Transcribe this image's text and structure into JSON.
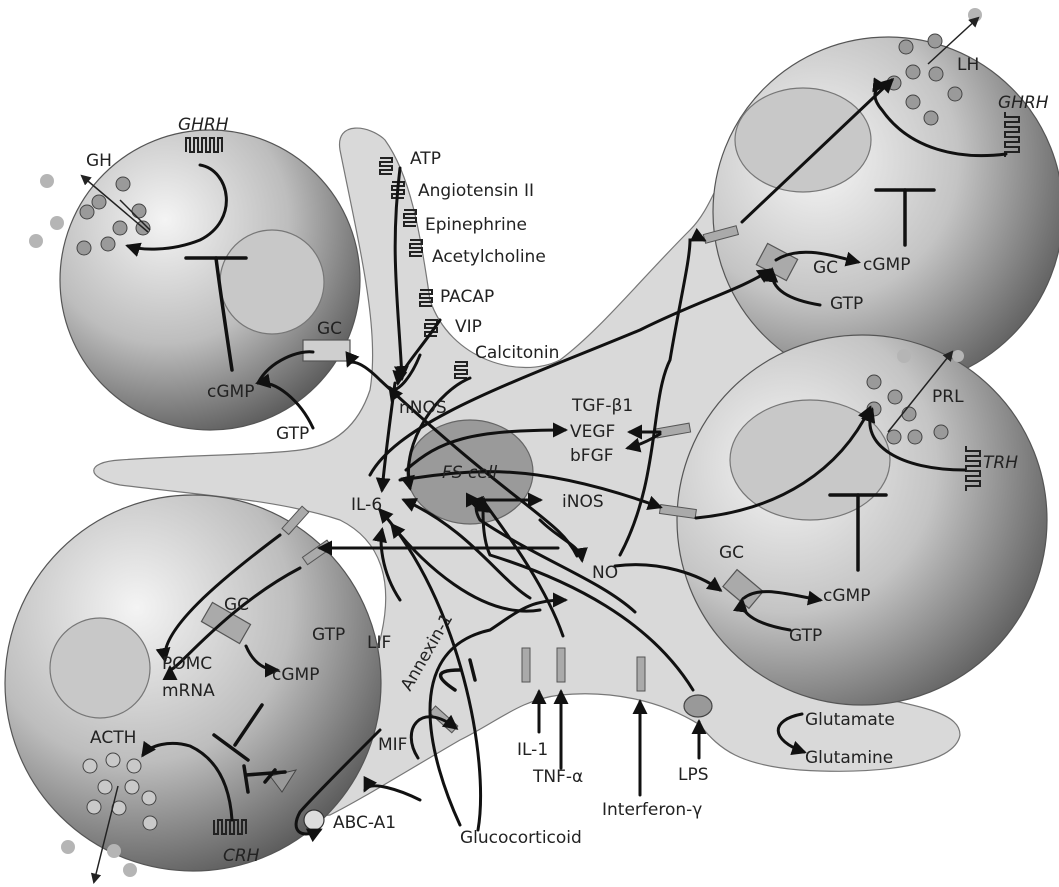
{
  "labels": {
    "atp": "ATP",
    "angiotensin": "Angiotensin II",
    "epinephrine": "Epinephrine",
    "acetylcholine": "Acetylcholine",
    "pacap": "PACAP",
    "vip": "VIP",
    "calcitonin": "Calcitonin",
    "nnos": "nNOS",
    "gh": "GH",
    "ghrh_left": "GHRH",
    "gc_gh": "GC",
    "cgmp_gh": "cGMP",
    "gtp_gh": "GTP",
    "lh": "LH",
    "ghrh_right": "GHRH",
    "gc_lh": "GC",
    "cgmp_lh": "cGMP",
    "gtp_lh": "GTP",
    "tgfb1": "TGF-β1",
    "vegf": "VEGF",
    "bfgf": "bFGF",
    "fs_cell": "FS cell",
    "il6": "IL-6",
    "inos": "iNOS",
    "no": "NO",
    "prl": "PRL",
    "trh": "TRH",
    "gc_prl": "GC",
    "cgmp_prl": "cGMP",
    "gtp_prl": "GTP",
    "gc_acth": "GC",
    "gtp_acth": "GTP",
    "cgmp_acth": "cGMP",
    "pomc": "POMC",
    "mrna": "mRNA",
    "acth": "ACTH",
    "crh": "CRH",
    "lif": "LIF",
    "annexin": "Annexin-1",
    "mif": "MIF",
    "abca1": "ABC-A1",
    "glucocorticoid": "Glucocorticoid",
    "il1": "IL-1",
    "tnfa": "TNF-α",
    "interferon": "Interferon-γ",
    "lps": "LPS",
    "glutamate": "Glutamate",
    "glutamine": "Glutamine"
  }
}
